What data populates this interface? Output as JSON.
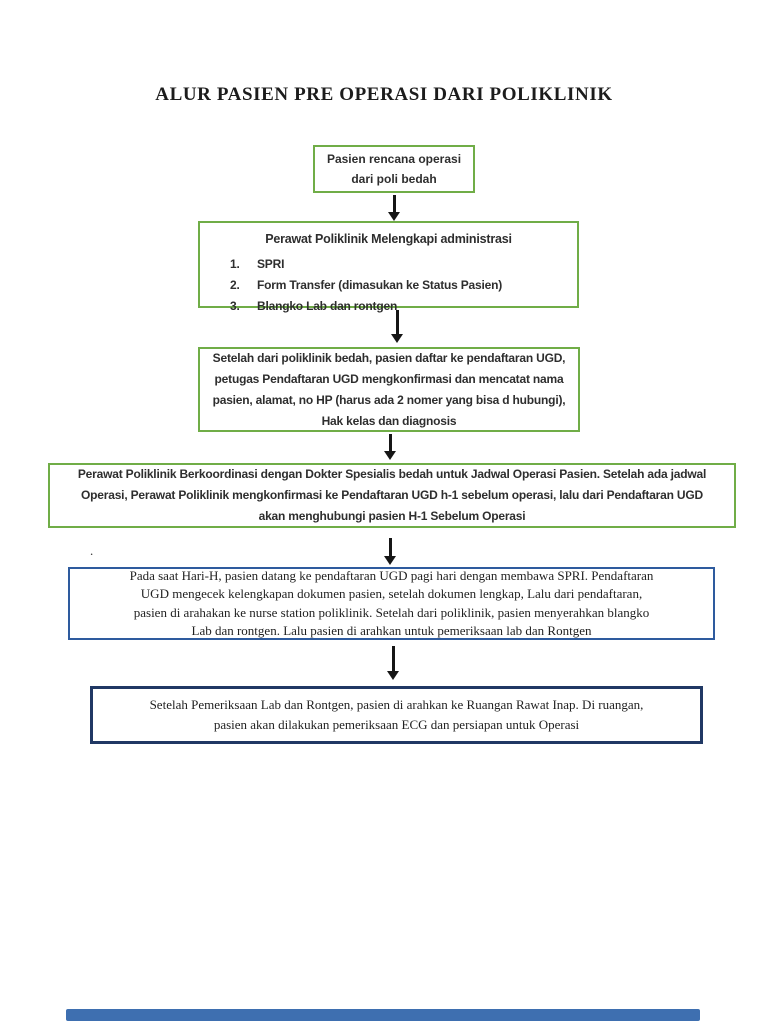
{
  "page": {
    "title": "ALUR PASIEN PRE OPERASI DARI POLIKLINIK"
  },
  "colors": {
    "green_border": "#70ad47",
    "blue_border": "#2e5b9e",
    "navy_border": "#203864",
    "arrow_black": "#161616",
    "scrollbar_blue": "#3e6fb0"
  },
  "flowchart": {
    "box1": {
      "lines": [
        "Pasien rencana operasi",
        "dari poli bedah"
      ]
    },
    "box2": {
      "heading": "Perawat Poliklinik Melengkapi administrasi",
      "items": [
        {
          "num": "1.",
          "label": "SPRI"
        },
        {
          "num": "2.",
          "label": "Form Transfer (dimasukan ke Status Pasien)"
        },
        {
          "num": "3.",
          "label": "Blangko Lab dan rontgen"
        }
      ]
    },
    "box3": {
      "lines": [
        "Setelah dari poliklinik bedah, pasien daftar ke pendaftaran UGD,",
        "petugas Pendaftaran UGD mengkonfirmasi dan mencatat nama",
        "pasien, alamat, no HP (harus ada 2 nomer yang bisa d hubungi),",
        "Hak kelas dan diagnosis"
      ]
    },
    "box4": {
      "lines": [
        "Perawat Poliklinik Berkoordinasi dengan Dokter Spesialis bedah untuk Jadwal Operasi Pasien.  Setelah ada jadwal",
        "Operasi, Perawat Poliklinik mengkonfirmasi ke Pendaftaran UGD h-1 sebelum operasi, lalu dari Pendaftaran UGD",
        "akan menghubungi pasien H-1 Sebelum Operasi"
      ]
    },
    "box5": {
      "lines": [
        "Pada saat Hari-H, pasien datang ke pendaftaran UGD pagi hari dengan membawa SPRI. Pendaftaran",
        "UGD mengecek kelengkapan dokumen pasien, setelah dokumen lengkap, Lalu dari pendaftaran,",
        "pasien di arahakan ke nurse station poliklinik. Setelah dari poliklinik, pasien menyerahkan  blangko",
        "Lab dan rontgen. Lalu pasien di arahkan untuk pemeriksaan lab dan Rontgen"
      ]
    },
    "box6": {
      "lines": [
        "Setelah Pemeriksaan Lab dan Rontgen, pasien di arahkan ke Ruangan Rawat Inap. Di ruangan,",
        "pasien akan dilakukan pemeriksaan ECG dan persiapan untuk Operasi"
      ]
    },
    "stray_dot": "."
  }
}
